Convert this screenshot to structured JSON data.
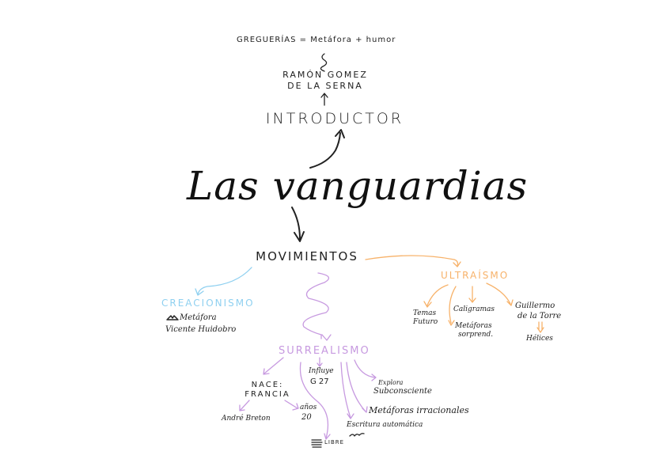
{
  "title": "Las vanguardias",
  "colors": {
    "creacionismo": "#8fd0f0",
    "ultraismo": "#f7b26a",
    "surrealismo": "#c79ae0",
    "ink": "#222222"
  },
  "introductor": {
    "label": "INTRODUCTOR",
    "author_line1": "RAMÓN GOMEZ",
    "author_line2": "DE LA SERNA",
    "ampersand": "&",
    "greguerias": "GREGUERÍAS = Metáfora + humor"
  },
  "movimientos": {
    "label": "MOVIMIENTOS",
    "creacionismo": {
      "label": "CREACIONISMO",
      "item1": "Metáfora",
      "item2": "Vicente Huidobro"
    },
    "ultraismo": {
      "label": "ULTRAÍSMO",
      "temas1": "Temas",
      "temas2": "Futuro",
      "caligramas": "Caligramas",
      "metaforas1": "Metáforas",
      "metaforas2": "sorprend.",
      "guillermo1": "Guillermo",
      "guillermo2": "de la Torre",
      "helices": "Hélices"
    },
    "surrealismo": {
      "label": "SURREALISMO",
      "nace1": "NACE:",
      "nace2": "FRANCIA",
      "breton": "André Breton",
      "anos1": "años",
      "anos2": "20",
      "influye1": "Influye",
      "influye2": "G 27",
      "libre": "LIBRE",
      "escritura": "Escritura automática",
      "metaforas": "Metáforas irracionales",
      "explora1": "Explora",
      "explora2": "Subconsciente"
    }
  }
}
